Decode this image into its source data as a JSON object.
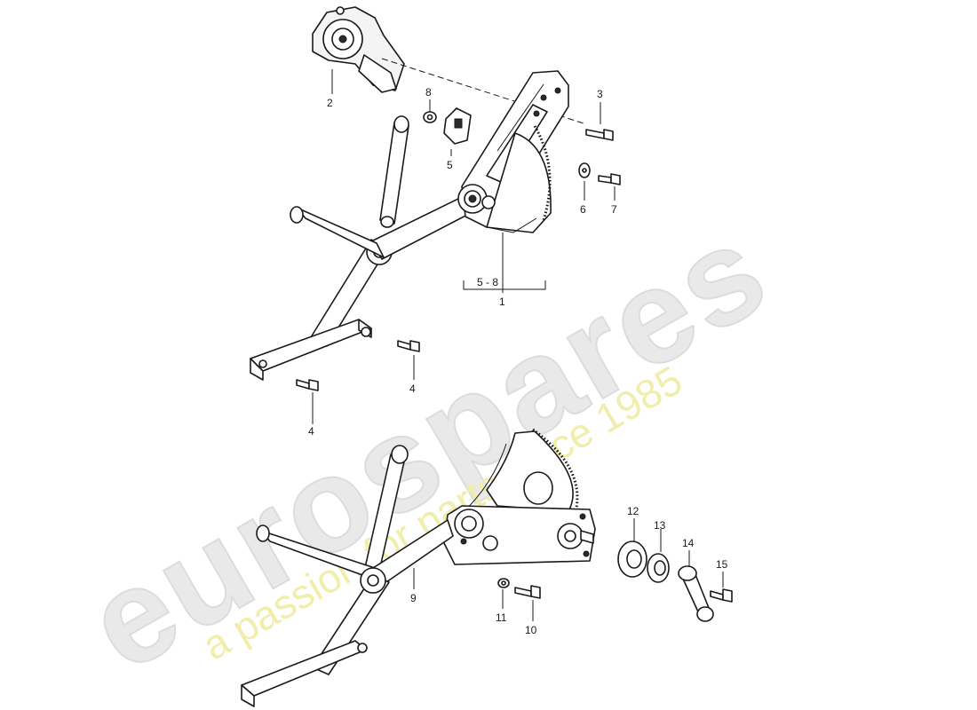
{
  "watermark": {
    "brand": "eurospares",
    "tagline": "a passion for parts since 1985"
  },
  "callouts": {
    "c1": "1",
    "c2": "2",
    "c3": "3",
    "c4a": "4",
    "c4b": "4",
    "c5": "5",
    "c5_8": "5 - 8",
    "c6": "6",
    "c7": "7",
    "c8": "8",
    "c9": "9",
    "c10": "10",
    "c11": "11",
    "c12": "12",
    "c13": "13",
    "c14": "14",
    "c15": "15"
  }
}
